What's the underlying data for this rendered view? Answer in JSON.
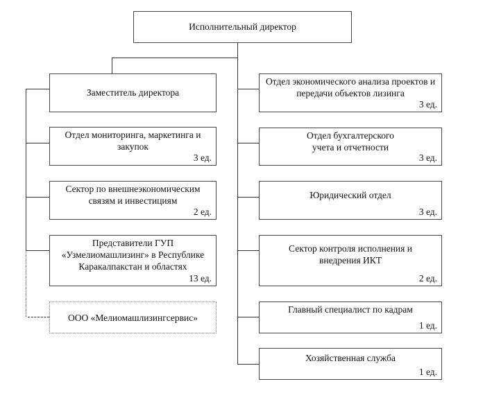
{
  "director": {
    "title": "Исполнительный директор"
  },
  "deputy": {
    "title": "Заместитель директора"
  },
  "left_units": [
    {
      "title": "Отдел мониторинга, маркетинга и закупок",
      "units": "3 ед."
    },
    {
      "title": "Сектор по внешнеэкономическим связям и инвестициям",
      "units": "2 ед."
    },
    {
      "title": "Представители ГУП «Узмелиомашлизинг» в Республике Каракалпакстан и областях",
      "units": "13 ед."
    }
  ],
  "affiliate": {
    "title": "ООО «Мелиомашлизингсервис»"
  },
  "right_units": [
    {
      "title": "Отдел экономического анализа проектов и передачи объектов лизинга",
      "units": "3 ед."
    },
    {
      "title": "Отдел бухгалтерского учета и отчетности",
      "units": "3 ед."
    },
    {
      "title": "Юридический отдел",
      "units": "3 ед."
    },
    {
      "title": "Сектор контроля исполнения и внедрения ИКТ",
      "units": "2 ед."
    },
    {
      "title": "Главный специалист по кадрам",
      "units": "1 ед."
    },
    {
      "title": "Хозяйственная служба",
      "units": "1 ед."
    }
  ]
}
